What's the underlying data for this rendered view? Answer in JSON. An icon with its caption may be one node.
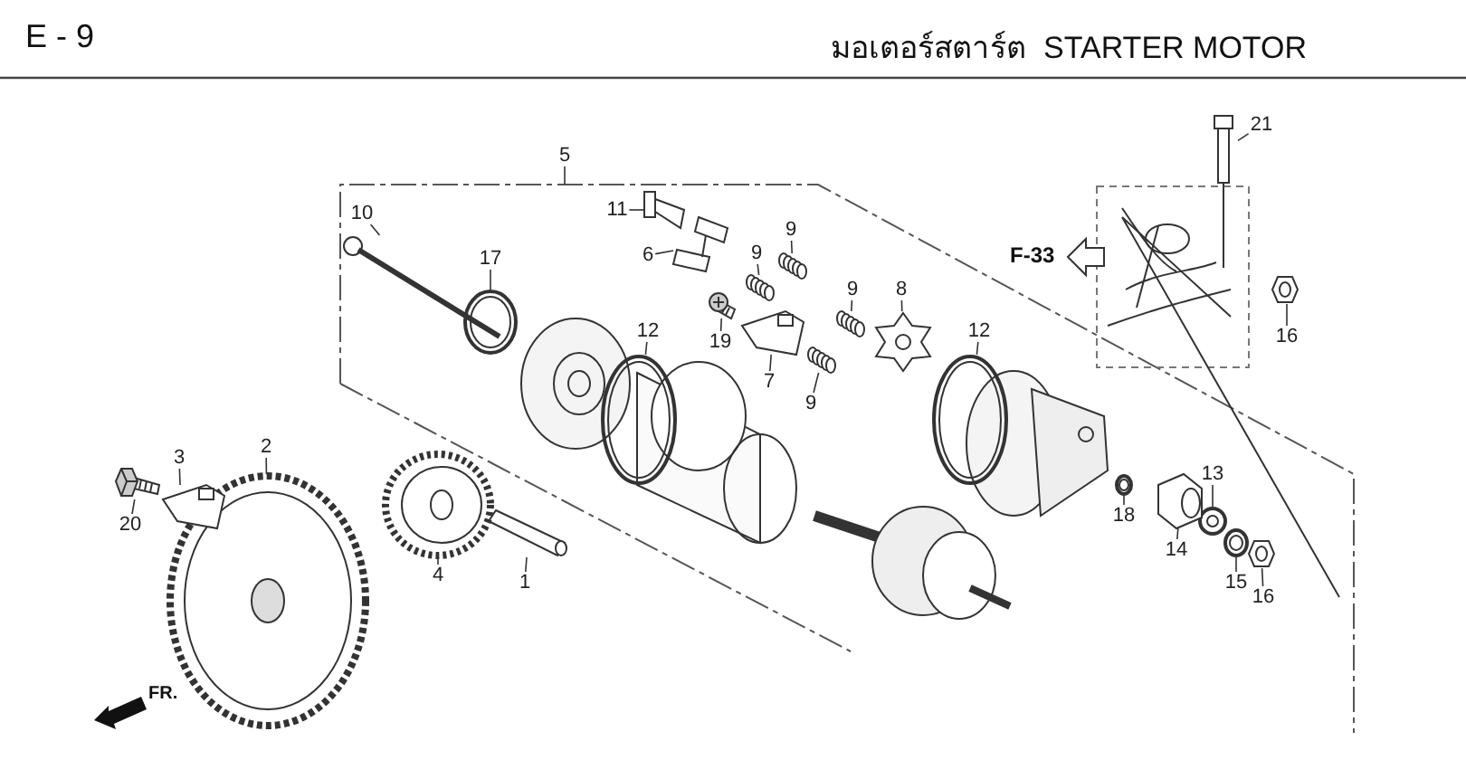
{
  "diagram": {
    "title": "มอเตอร์สตาร์ต  STARTER MOTOR",
    "nodes": [
      {
        "text": [
          "21"
        ]
      },
      {
        "text": [
          "5"
        ]
      },
      {
        "text": [
          "11"
        ]
      },
      {
        "text": [
          "10"
        ]
      },
      {
        "text": [
          "9"
        ]
      },
      {
        "text": [
          "6"
        ]
      },
      {
        "text": [
          "9"
        ]
      },
      {
        "text": [
          "17"
        ]
      },
      {
        "text": [
          "9"
        ]
      },
      {
        "text": [
          "8"
        ]
      },
      {
        "text": [
          "12"
        ]
      },
      {
        "text": [
          "19"
        ]
      },
      {
        "text": [
          "12"
        ]
      },
      {
        "text": [
          "16"
        ]
      },
      {
        "text": [
          "7"
        ]
      },
      {
        "text": [
          "9"
        ]
      },
      {
        "text": [
          "2"
        ]
      },
      {
        "text": [
          "3"
        ]
      },
      {
        "text": [
          "13"
        ]
      },
      {
        "text": [
          "20"
        ]
      },
      {
        "text": [
          "18"
        ]
      },
      {
        "text": [
          "14"
        ]
      },
      {
        "text": [
          "1"
        ]
      },
      {
        "text": [
          "4"
        ]
      },
      {
        "text": [
          "15"
        ]
      },
      {
        "text": [
          "16"
        ]
      },
      {
        "text": [],
        "shape": "picture"
      },
      {
        "text": [],
        "shape": "picture"
      },
      {
        "text": [],
        "shape": "picture"
      },
      {
        "text": [],
        "shape": "picture"
      },
      {
        "text": [],
        "shape": "picture"
      },
      {
        "text": [],
        "shape": "picture"
      },
      {
        "text": [],
        "shape": "picture"
      },
      {
        "text": [],
        "shape": "picture"
      },
      {
        "text": [],
        "shape": "picture"
      },
      {
        "text": [],
        "shape": "picture"
      },
      {
        "text": [],
        "shape": "picture"
      },
      {
        "text": [],
        "shape": "picture"
      },
      {
        "text": [],
        "shape": "picture"
      },
      {
        "text": [],
        "shape": "picture"
      },
      {
        "text": [],
        "shape": "picture"
      },
      {
        "text": [],
        "shape": "picture"
      },
      {
        "text": [],
        "shape": "picture"
      },
      {
        "text": [],
        "shape": "picture"
      },
      {
        "text": [],
        "shape": "picture"
      },
      {
        "text": [],
        "shape": "picture"
      },
      {
        "text": [],
        "shape": "picture"
      },
      {
        "text": [],
        "shape": "picture"
      },
      {
        "text": [],
        "shape": "picture"
      },
      {
        "text": [],
        "shape": "picture"
      },
      {
        "text": [],
        "shape": "picture"
      }
    ],
    "edges": [
      {
        "from": 0,
        "to": 26,
        "arrow": "none"
      },
      {
        "from": 1,
        "to": null,
        "arrow": "none"
      },
      {
        "from": 2,
        "to": 27,
        "arrow": "none"
      },
      {
        "from": 3,
        "to": 28,
        "arrow": "none"
      },
      {
        "from": 4,
        "to": 29,
        "arrow": "none"
      },
      {
        "from": 5,
        "to": 30,
        "arrow": "none"
      },
      {
        "from": 6,
        "to": 31,
        "arrow": "none"
      },
      {
        "from": 7,
        "to": 32,
        "arrow": "none"
      },
      {
        "from": 8,
        "to": 33,
        "arrow": "none"
      },
      {
        "from": 9,
        "to": 34,
        "arrow": "none"
      },
      {
        "from": 10,
        "to": 35,
        "arrow": "none"
      },
      {
        "from": 11,
        "to": 36,
        "arrow": "none"
      },
      {
        "from": 12,
        "to": 37,
        "arrow": "none"
      },
      {
        "from": 13,
        "to": 38,
        "arrow": "none"
      },
      {
        "from": 14,
        "to": 39,
        "arrow": "none"
      },
      {
        "from": 15,
        "to": 40,
        "arrow": "none"
      },
      {
        "from": 16,
        "to": 41,
        "arrow": "none"
      },
      {
        "from": 17,
        "to": 42,
        "arrow": "none"
      },
      {
        "from": 18,
        "to": 43,
        "arrow": "none"
      },
      {
        "from": 19,
        "to": 44,
        "arrow": "none"
      },
      {
        "from": 20,
        "to": 45,
        "arrow": "none"
      },
      {
        "from": 21,
        "to": 46,
        "arrow": "none"
      },
      {
        "from": 22,
        "to": 47,
        "arrow": "none"
      },
      {
        "from": 23,
        "to": 48,
        "arrow": "none"
      },
      {
        "from": 24,
        "to": 49,
        "arrow": "none"
      },
      {
        "from": 25,
        "to": 50,
        "arrow": "none"
      }
    ],
    "labels": [
      "E - 9",
      "F-33",
      "FR."
    ]
  }
}
